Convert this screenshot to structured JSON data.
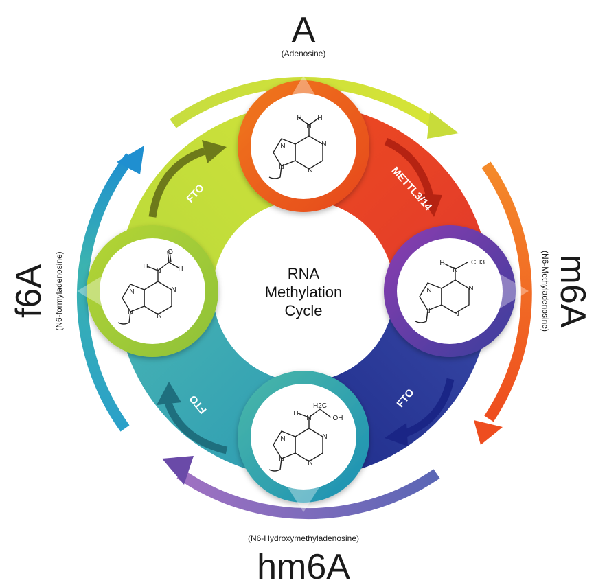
{
  "center": {
    "line1": "RNA",
    "line2": "Methylation",
    "line3": "Cycle"
  },
  "nodes": {
    "a": {
      "symbol": "A",
      "name": "(Adenosine)"
    },
    "m6a": {
      "symbol": "m6A",
      "name": "(N6-Methyladenosine)"
    },
    "hm6a": {
      "symbol": "hm6A",
      "name": "(N6-Hydroxymethyladenosine)"
    },
    "f6a": {
      "symbol": "f6A",
      "name": "(N6-formyladenosine)"
    }
  },
  "enzymes": {
    "mettl": "METTL3/14",
    "fto_right": "FTO",
    "fto_bottom": "FTO",
    "fto_left": "FTO"
  },
  "atoms": {
    "n": "N",
    "h": "H",
    "ch3": "CH3",
    "ch2": "H2C",
    "oh": "OH",
    "o": "O"
  },
  "colors": {
    "a_node": "#ec5a1f",
    "m6a_node": "#6d3aa0",
    "hm6a_node": "#2aa59d",
    "f6a_node": "#a8d02f",
    "arrow_green": "#c8dc3a",
    "arrow_orange": "#f07a22",
    "arrow_purple": "#8a5fb8",
    "arrow_teal": "#2b9fc7"
  }
}
